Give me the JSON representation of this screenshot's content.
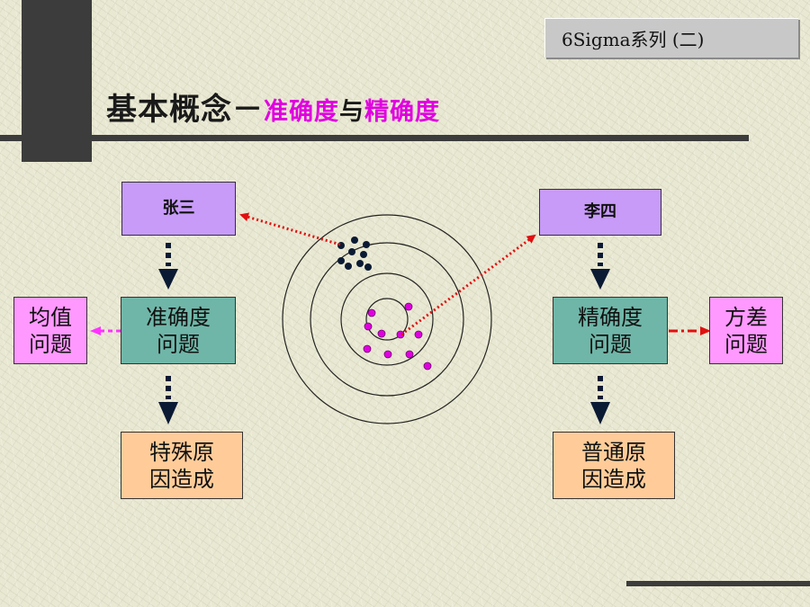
{
  "header": {
    "series_label": "6Sigma系列 (二)",
    "title_main": "基本概念－",
    "title_hl1": "准确度",
    "title_mid": "与",
    "title_hl2": "精确度"
  },
  "left": {
    "person": "张三",
    "issue_line1": "准确度",
    "issue_line2": "问题",
    "side_line1": "均值",
    "side_line2": "问题",
    "cause_line1": "特殊原",
    "cause_line2": "因造成"
  },
  "right": {
    "person": "李四",
    "issue_line1": "精确度",
    "issue_line2": "问题",
    "side_line1": "方差",
    "side_line2": "问题",
    "cause_line1": "普通原",
    "cause_line2": "因造成"
  },
  "colors": {
    "person_box": "#c79bf7",
    "issue_box": "#6fb6a8",
    "side_box": "#ff99ff",
    "cause_box": "#ffcc99",
    "title_highlight": "#e000e0",
    "dark_dots": "#0b1a33",
    "pink_dots": "#e000e0",
    "arrow_red": "#e01010",
    "arrow_navy": "#0b1a33"
  }
}
